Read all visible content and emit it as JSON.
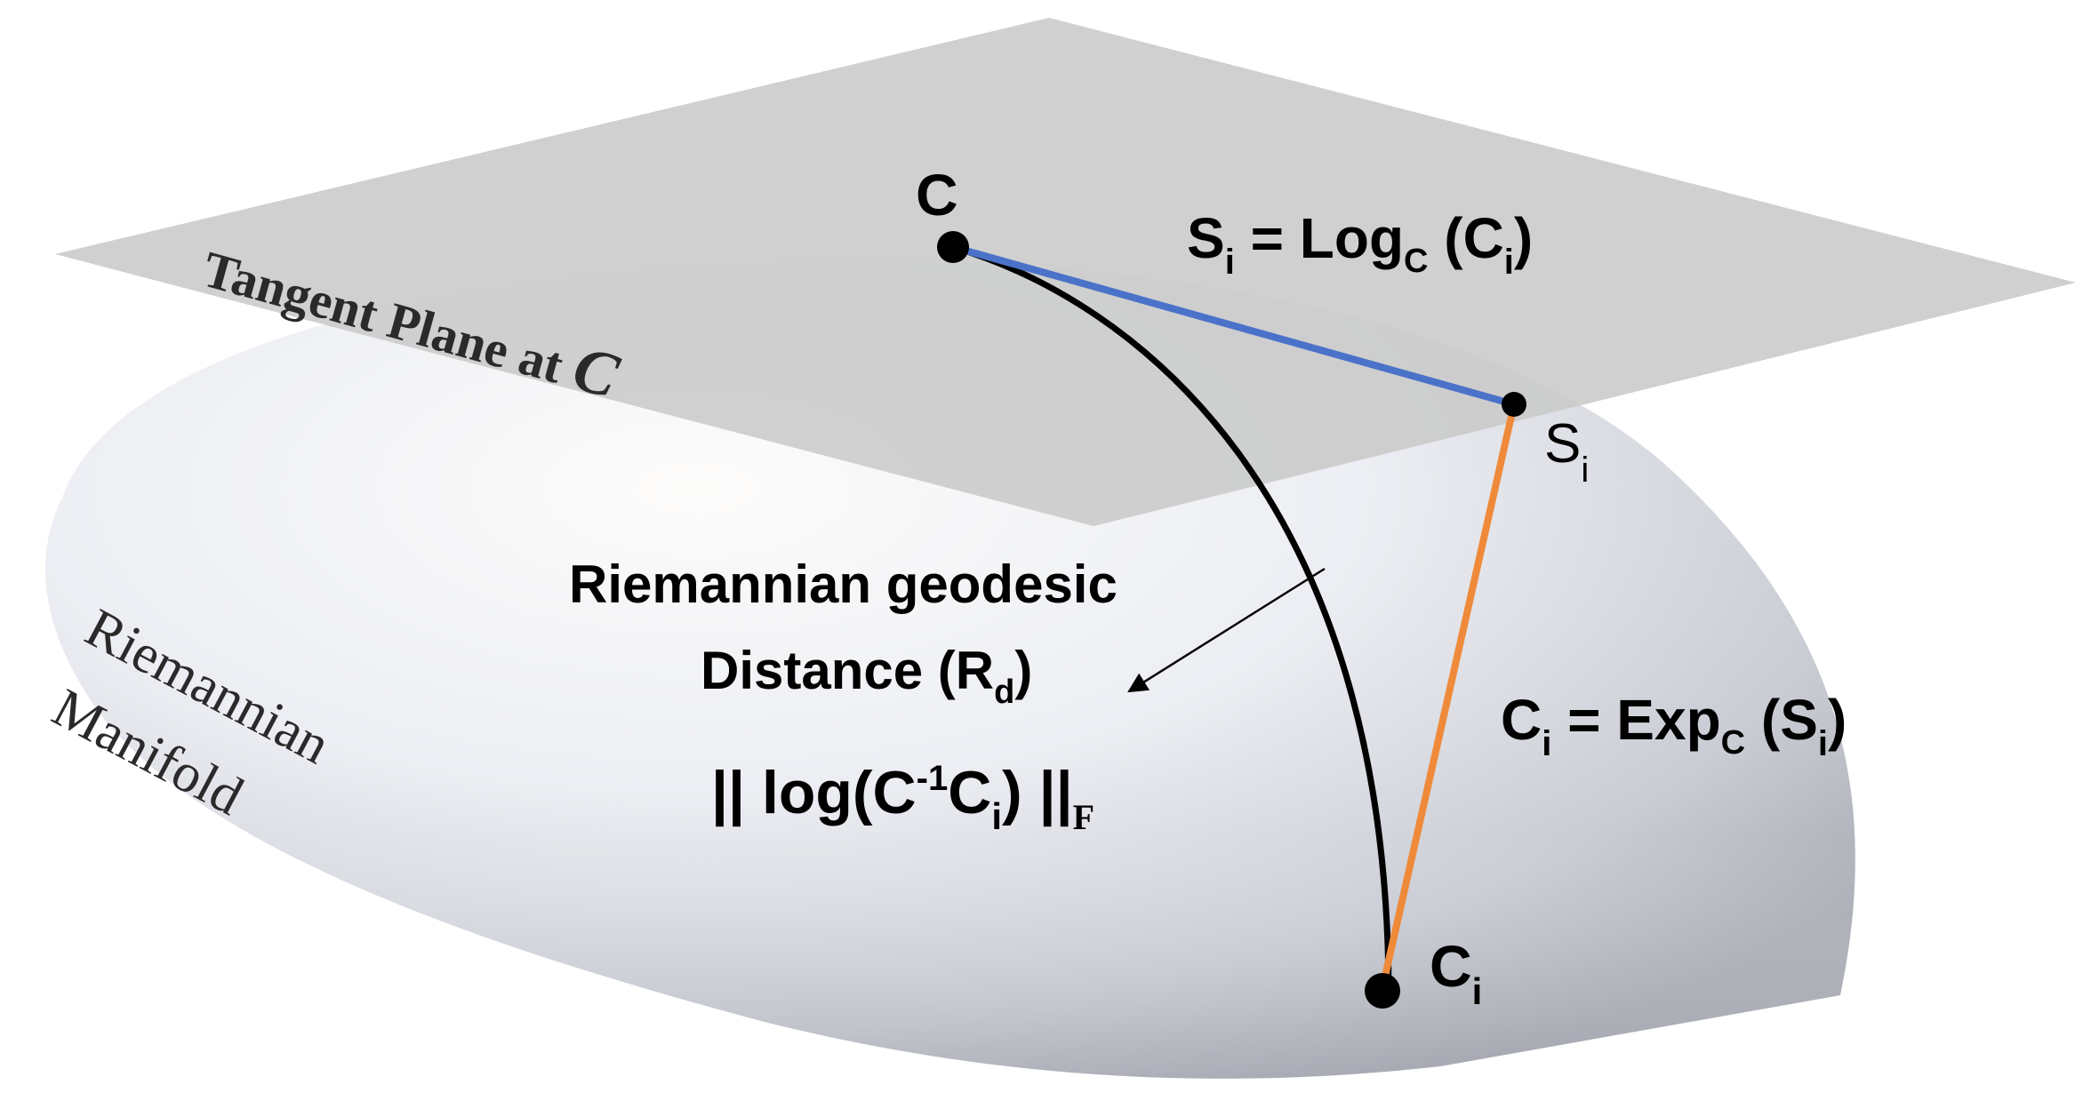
{
  "colors": {
    "plane": "#c9c9c9",
    "manifold_light": "#fbfbfd",
    "manifold_shadow": "#b4b6be",
    "log_map_line": "#4a72c8",
    "exp_map_line": "#ef8a3a",
    "geodesic_line": "#000000",
    "point": "#000000"
  },
  "labels": {
    "tangent_plane_prefix": "Tangent Plane at ",
    "tangent_plane_point": "C",
    "manifold_line1": "Riemannian",
    "manifold_line2": "Manifold",
    "point_c": "C",
    "point_si_base": "S",
    "point_si_sub": "i",
    "point_ci_base": "C",
    "point_ci_sub": "i",
    "log_eq": {
      "lhs_base": "S",
      "lhs_sub": "i",
      "op": " = Log",
      "op_sub": "C",
      "open": " (C",
      "arg_sub": "i",
      "close": ")"
    },
    "exp_eq": {
      "lhs_base": "C",
      "lhs_sub": "i",
      "op": " = Exp",
      "op_sub": "C",
      "open": " (S",
      "arg_sub": "i",
      "close": ")"
    },
    "geodesic_title": "Riemannian geodesic",
    "distance_prefix": "Distance (R",
    "distance_sub": "d",
    "distance_suffix": ")",
    "norm": {
      "open": "|| log(C",
      "sup": "-1",
      "mid": "C",
      "sub": "i",
      "close": ") ||",
      "norm_sub": "F"
    }
  }
}
